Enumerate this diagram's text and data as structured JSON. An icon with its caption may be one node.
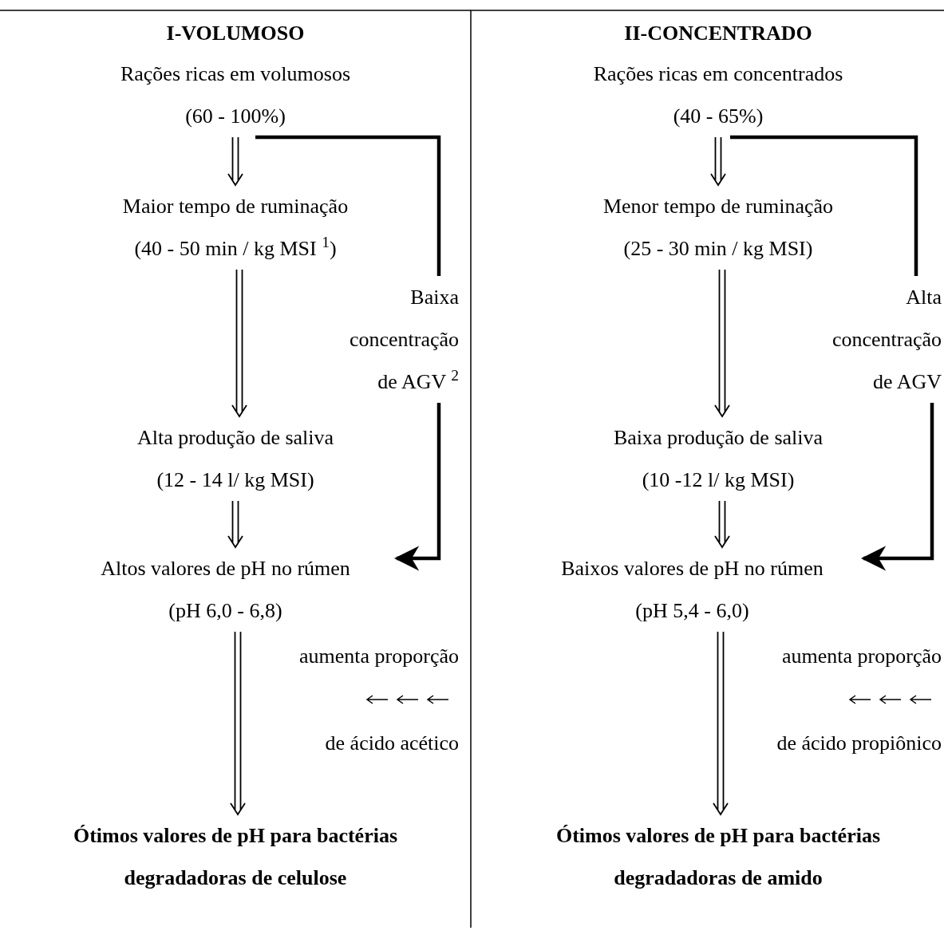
{
  "diagram": {
    "nodes": [
      {
        "text": [
          "Rações ricas em volumosos",
          "(60 - 100%)"
        ]
      },
      {
        "text": [
          "Maior tempo de ruminação",
          "(40 - 50 min / kg MSI $^{1}$)"
        ]
      },
      {
        "text": [
          "Baixa concentração de AGV $^{2}$"
        ]
      },
      {
        "text": [
          "Alta produção de saliva",
          "(12 - 14 l/ kg MSI)"
        ]
      },
      {
        "text": [
          "Altos valores de pH no rúmen",
          "(pH 6,0 - 6,8)"
        ]
      },
      {
        "text": [
          "aumenta proporção",
          "de ácido acético"
        ]
      },
      {
        "text": [
          "Ótimos valores de pH para bactérias degradadoras de celulose"
        ]
      },
      {
        "text": [
          "Rações ricas em concentrados",
          "(40 - 65%)"
        ]
      },
      {
        "text": [
          "Menor tempo de ruminação",
          "(25 - 30 min / kg MSI)"
        ]
      },
      {
        "text": [
          "Alta concentração de AGV"
        ]
      },
      {
        "text": [
          "Baixa produção de saliva",
          "(10 -12 l/ kg MSI)"
        ]
      },
      {
        "text": [
          "Baixos valores de pH no rúmen",
          "(pH 5,4 - 6,0)"
        ]
      },
      {
        "text": [
          "aumenta proporção",
          "de ácido propiônico"
        ]
      },
      {
        "text": [
          "Ótimos valores de pH para bactérias degradadoras de amido"
        ]
      }
    ],
    "edges": [
      {
        "from": 0,
        "to": 1,
        "arrow": "to"
      },
      {
        "from": 1,
        "to": 3,
        "arrow": "to"
      },
      {
        "from": 3,
        "to": 4,
        "arrow": "to"
      },
      {
        "from": 4,
        "to": 6,
        "arrow": "to"
      },
      {
        "from": 0,
        "to": 2,
        "arrow": "none",
        "style": "thick"
      },
      {
        "from": 2,
        "to": 4,
        "arrow": "to",
        "style": "thick"
      },
      {
        "from": 7,
        "to": 8,
        "arrow": "to"
      },
      {
        "from": 8,
        "to": 10,
        "arrow": "to"
      },
      {
        "from": 10,
        "to": 11,
        "arrow": "to"
      },
      {
        "from": 11,
        "to": 13,
        "arrow": "to"
      },
      {
        "from": 7,
        "to": 9,
        "arrow": "none",
        "style": "thick"
      },
      {
        "from": 9,
        "to": 11,
        "arrow": "to",
        "style": "thick"
      }
    ],
    "labels": [
      "I-VOLUMOSO",
      "II-CONCENTRADO"
    ]
  }
}
